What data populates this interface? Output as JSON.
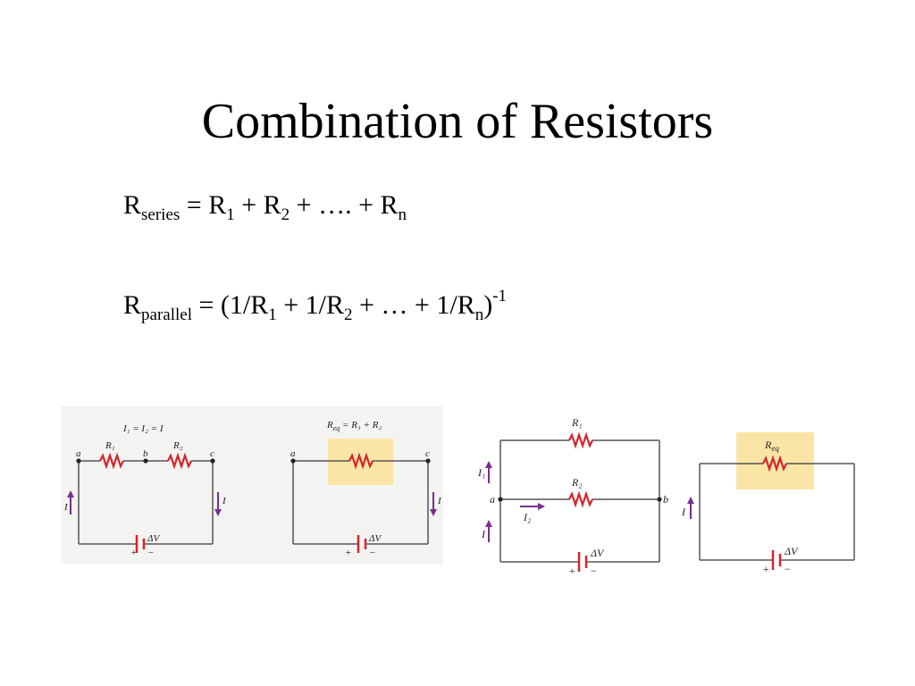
{
  "slide": {
    "title": "Combination of Resistors"
  },
  "equations": {
    "series": {
      "lhs_symbol": "R",
      "lhs_sub": "series",
      "eq": " = ",
      "t1": "R",
      "t1_sub": "1",
      "plus1": " + ",
      "t2": "R",
      "t2_sub": "2",
      "mid": " + …. + ",
      "tn": "R",
      "tn_sub": "n"
    },
    "parallel": {
      "lhs_symbol": "R",
      "lhs_sub": "parallel",
      "eq": " = ",
      "open": "(1/R",
      "t1_sub": "1",
      "plus1": " + 1/R",
      "t2_sub": "2",
      "mid": " + … + 1/R",
      "tn_sub": "n",
      "close": ")",
      "exp": "-1"
    }
  },
  "series_diagram": {
    "current_relation": "I₁ = I₂ = I",
    "node_a": "a",
    "node_b": "b",
    "node_c": "c",
    "r1": "R₁",
    "r2": "R₂",
    "current": "I",
    "battery_label": "ΔV",
    "plus": "+",
    "minus": "−",
    "equiv_formula": "R<sub>eq</sub> = R₁ + R₂",
    "equiv_formula_main": "R",
    "equiv_formula_sub": "eq",
    "equiv_formula_rest": " = R₁ + R₂",
    "equiv_node_a": "a",
    "equiv_node_c": "c",
    "equiv_current": "I",
    "equiv_battery_label": "ΔV"
  },
  "parallel_diagram": {
    "r1": "R₁",
    "r2": "R₂",
    "i1": "I₁",
    "i2": "I₂",
    "current": "I",
    "node_a": "a",
    "node_b": "b",
    "battery_label": "ΔV",
    "plus": "+",
    "minus": "−",
    "equiv_label_main": "R",
    "equiv_label_sub": "eq",
    "equiv_current": "I",
    "equiv_battery_label": "ΔV"
  },
  "colors": {
    "resistor": "#d4252b",
    "wire": "#555555",
    "arrow": "#7b2d8e",
    "highlight": "#fbe5a6",
    "battery": "#d4252b"
  }
}
